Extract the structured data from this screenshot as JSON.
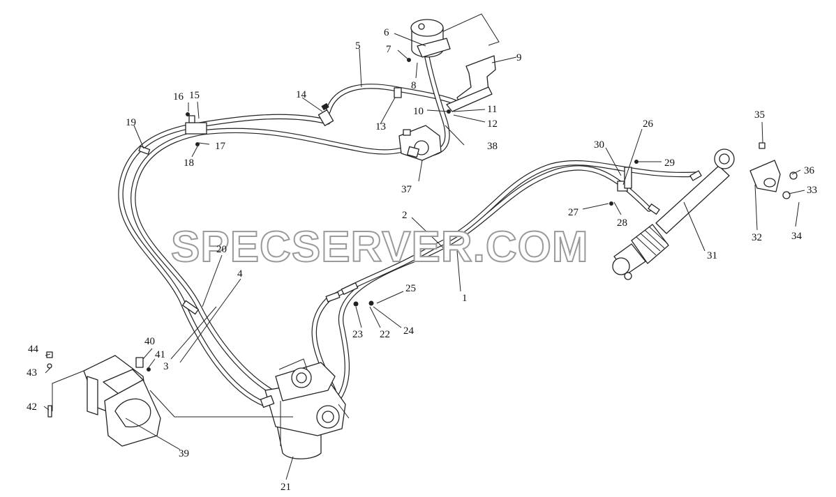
{
  "watermark": "SPECSERVER.COM",
  "callouts": [
    {
      "id": "c1",
      "text": "1"
    },
    {
      "id": "c2",
      "text": "2"
    },
    {
      "id": "c3",
      "text": "3"
    },
    {
      "id": "c4",
      "text": "4"
    },
    {
      "id": "c5",
      "text": "5"
    },
    {
      "id": "c6",
      "text": "6"
    },
    {
      "id": "c7",
      "text": "7"
    },
    {
      "id": "c8",
      "text": "8"
    },
    {
      "id": "c9",
      "text": "9"
    },
    {
      "id": "c10",
      "text": "10"
    },
    {
      "id": "c11",
      "text": "11"
    },
    {
      "id": "c12",
      "text": "12"
    },
    {
      "id": "c13",
      "text": "13"
    },
    {
      "id": "c14",
      "text": "14"
    },
    {
      "id": "c15",
      "text": "15"
    },
    {
      "id": "c16",
      "text": "16"
    },
    {
      "id": "c17",
      "text": "17"
    },
    {
      "id": "c18",
      "text": "18"
    },
    {
      "id": "c19",
      "text": "19"
    },
    {
      "id": "c20",
      "text": "20"
    },
    {
      "id": "c21",
      "text": "21"
    },
    {
      "id": "c22",
      "text": "22"
    },
    {
      "id": "c23",
      "text": "23"
    },
    {
      "id": "c24",
      "text": "24"
    },
    {
      "id": "c25",
      "text": "25"
    },
    {
      "id": "c26",
      "text": "26"
    },
    {
      "id": "c27",
      "text": "27"
    },
    {
      "id": "c28",
      "text": "28"
    },
    {
      "id": "c29",
      "text": "29"
    },
    {
      "id": "c30",
      "text": "30"
    },
    {
      "id": "c31",
      "text": "31"
    },
    {
      "id": "c32",
      "text": "32"
    },
    {
      "id": "c33",
      "text": "33"
    },
    {
      "id": "c34",
      "text": "34"
    },
    {
      "id": "c35",
      "text": "35"
    },
    {
      "id": "c36",
      "text": "36"
    },
    {
      "id": "c37",
      "text": "37"
    },
    {
      "id": "c38",
      "text": "38"
    },
    {
      "id": "c39",
      "text": "39"
    },
    {
      "id": "c40",
      "text": "40"
    },
    {
      "id": "c41",
      "text": "41"
    },
    {
      "id": "c42",
      "text": "42"
    },
    {
      "id": "c43",
      "text": "43"
    },
    {
      "id": "c44",
      "text": "44"
    }
  ]
}
